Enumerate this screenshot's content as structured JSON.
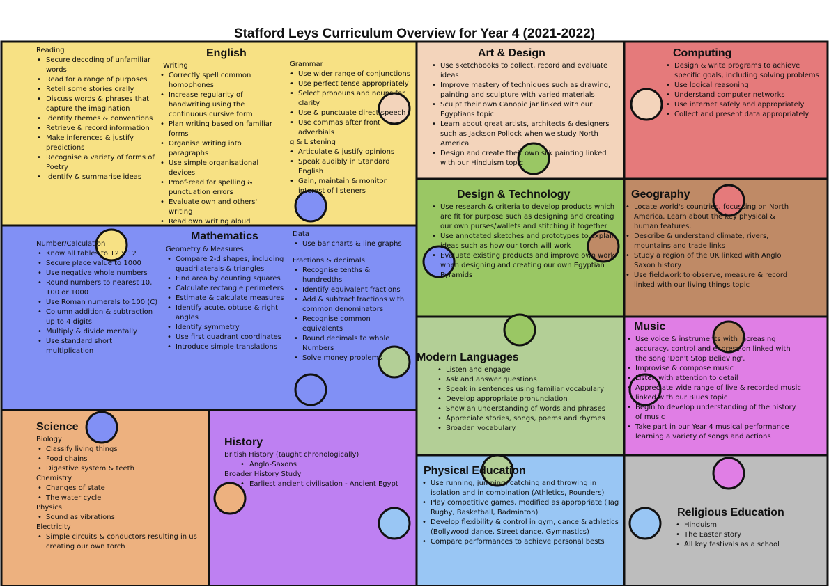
{
  "title": "Stafford Leys Curriculum Overview for Year 4 (2021-2022)",
  "colors": {
    "english": "#f7e184",
    "art": "#f3d4bb",
    "computing": "#e57a7b",
    "maths": "#8190f5",
    "dt": "#9ac764",
    "geography": "#bf8a66",
    "languages": "#b3cf96",
    "music": "#e07ee5",
    "science": "#edb17f",
    "history": "#be80f2",
    "pe": "#99c6f4",
    "re": "#bdbdbd"
  },
  "english": {
    "title": "English",
    "reading": {
      "heading": "Reading",
      "items": [
        "Secure decoding of unfamiliar words",
        "Read for a range of purposes",
        "Retell some stories orally",
        "Discuss words & phrases that capture the imagination",
        "Identify themes & conventions",
        "Retrieve & record information",
        "Make inferences & justify predictions",
        "Recognise a variety of forms of Poetry",
        "Identify & summarise ideas"
      ]
    },
    "writing": {
      "heading": "Writing",
      "items": [
        "Correctly spell common homophones",
        "Increase regularity of handwriting using the continuous cursive form",
        "Plan writing based on familiar forms",
        "Organise writing into paragraphs",
        "Use simple organisational devices",
        "Proof-read for spelling & punctuation errors",
        "Evaluate own and others' writing",
        "Read own writing aloud"
      ]
    },
    "grammar": {
      "heading": "Grammar",
      "items": [
        "Use wider range of conjunctions",
        "Use perfect tense appropriately",
        "Select pronouns and nouns for clarity",
        "Use & punctuate direct speech",
        "Use commas after front adverbials"
      ]
    },
    "speaking": {
      "heading": "g & Listening",
      "items": [
        "Articulate & justify opinions",
        "Speak audibly in Standard English",
        "Gain, maintain & monitor interest of listeners"
      ]
    }
  },
  "art": {
    "title": "Art & Design",
    "items": [
      "Use sketchbooks to collect, record and evaluate ideas",
      "Improve mastery of techniques such as drawing, painting and sculpture with varied materials",
      "Sculpt their own Canopic jar linked with our Egyptians topic",
      "Learn about great artists, architects & designers such as Jackson Pollock when we study North America",
      "Design and create their own silk painting linked with our Hinduism topic"
    ]
  },
  "computing": {
    "title": "Computing",
    "items": [
      "Design & write programs to achieve specific goals, including solving problems",
      "Use logical reasoning",
      "Understand computer networks",
      "Use internet safely and appropriately",
      "Collect and present data appropriately"
    ]
  },
  "maths": {
    "title": "Mathematics",
    "number": {
      "heading": "Number/Calculation",
      "items": [
        "Know all tables to 12 x 12",
        "Secure place value to 1000",
        "Use negative whole numbers",
        "Round numbers to nearest 10, 100 or 1000",
        "Use Roman numerals to 100 (C)",
        "Column addition & subtraction up to 4 digits",
        "Multiply & divide mentally",
        "Use standard short multiplication"
      ]
    },
    "geometry": {
      "heading": "Geometry & Measures",
      "items": [
        "Compare 2-d shapes, including quadrilaterals & triangles",
        "Find area by counting squares",
        "Calculate rectangle perimeters",
        "Estimate & calculate measures",
        "Identify acute, obtuse & right angles",
        "Identify symmetry",
        "Use first quadrant coordinates",
        "Introduce simple translations"
      ]
    },
    "data": {
      "heading": "Data",
      "items": [
        "Use bar charts & line graphs"
      ]
    },
    "fractions": {
      "heading": "Fractions & decimals",
      "items": [
        "Recognise tenths & hundredths",
        "Identify equivalent fractions",
        "Add & subtract fractions with common denominators",
        "Recognise common equivalents",
        "Round decimals to whole Numbers",
        "Solve money problems"
      ]
    }
  },
  "dt": {
    "title": "Design & Technology",
    "items": [
      "Use research & criteria to develop products which are fit for purpose such as designing and creating our own purses/wallets and stitching it together",
      "Use annotated sketches and prototypes to explain ideas such as how our torch will work",
      "Evaluate existing products and improve own work when designing and creating our own Egyptian Pyramids"
    ]
  },
  "geography": {
    "title": "Geography",
    "items": [
      "Locate world's countries, focussing on North America. Learn about the key physical & human features.",
      "Describe & understand climate, rivers, mountains and trade links",
      "Study a region of the UK linked with Anglo Saxon history",
      "Use fieldwork to observe, measure & record linked with our living things topic"
    ]
  },
  "languages": {
    "title": "Modern Languages",
    "items": [
      "Listen and engage",
      "Ask and answer questions",
      "Speak in sentences using familiar vocabulary",
      "Develop appropriate pronunciation",
      "Show an understanding of words and phrases",
      "Appreciate stories, songs, poems and rhymes",
      "Broaden vocabulary."
    ]
  },
  "music": {
    "title": "Music",
    "items": [
      "Use voice & instruments with increasing accuracy, control and expression linked with the song 'Don't Stop Believing'.",
      "Improvise & compose music",
      "Listen with attention to detail",
      "Appreciate wide range of live & recorded music linked with our Blues topic",
      "Begin to develop understanding of the history of music",
      "Take part in our Year 4 musical performance learning a variety of songs and actions"
    ]
  },
  "science": {
    "title": "Science",
    "biology": {
      "heading": "Biology",
      "items": [
        "Classify living things",
        "Food chains",
        "Digestive system & teeth"
      ]
    },
    "chemistry": {
      "heading": "Chemistry",
      "items": [
        "Changes of state",
        "The water cycle"
      ]
    },
    "physics": {
      "heading": "Physics",
      "items": [
        "Sound as vibrations"
      ]
    },
    "electricity": {
      "heading": "Electricity",
      "items": [
        "Simple circuits & conductors resulting in us creating our own torch"
      ]
    }
  },
  "history": {
    "title": "History",
    "british": {
      "heading": "British History (taught chronologically)",
      "items": [
        "Anglo-Saxons"
      ]
    },
    "broader": {
      "heading": "Broader History Study",
      "items": [
        "Earliest ancient civilisation - Ancient Egypt"
      ]
    }
  },
  "pe": {
    "title": "Physical Education",
    "items": [
      "Use running, jumping, catching and throwing in isolation and in combination (Athletics, Rounders)",
      "Play competitive games, modified as appropriate (Tag Rugby, Basketball, Badminton)",
      "Develop flexibility & control in gym, dance & athletics (Bollywood dance, Street dance, Gymnastics)",
      "Compare performances to achieve personal bests"
    ]
  },
  "re": {
    "title": "Religious Education",
    "items": [
      "Hinduism",
      "The Easter story",
      "All key festivals as a school"
    ]
  }
}
